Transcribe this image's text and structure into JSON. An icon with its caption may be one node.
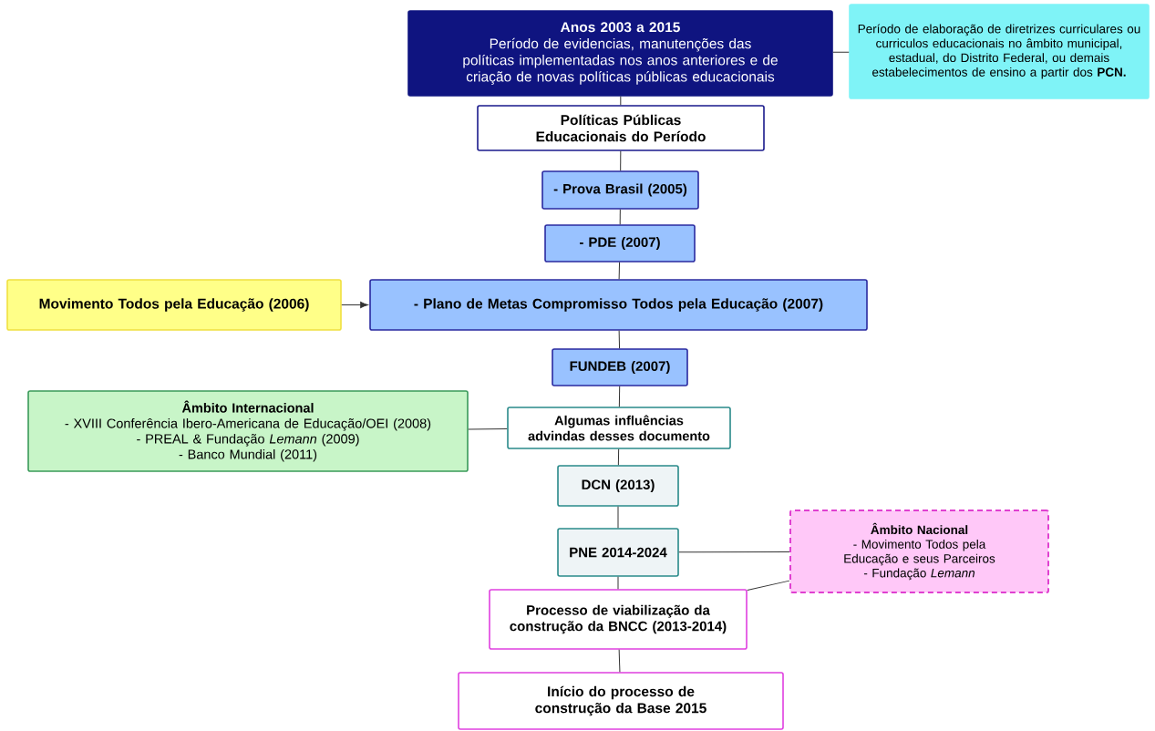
{
  "diagram": {
    "nodes": [
      {
        "text": [
          "Anos 2003 a 2015",
          "Período de evidencias, manutenções das políticas implementadas nos anos anteriores e de criação de novas políticas públicas educacionais"
        ]
      },
      {
        "text": [
          "Período de elaboração de diretrizes curriculares ou curriculos educacionais no âmbito municipal, estadual, do Distrito Federal, ou demais estabelecimentos de ensino a partir dos **PCN.**"
        ]
      },
      {
        "text": [
          "Políticas Públicas Educacionais do Período"
        ]
      },
      {
        "text": [
          "- Prova Brasil (2005)"
        ]
      },
      {
        "text": [
          "- PDE (2007)"
        ]
      },
      {
        "text": [
          "Movimento Todos pela Educação (2006)"
        ]
      },
      {
        "text": [
          "- Plano de Metas Compromisso Todos pela Educação (2007)"
        ]
      },
      {
        "text": [
          "FUNDEB (2007)"
        ]
      },
      {
        "text": [
          "Âmbito Internacional",
          "- XVIII Conferência Ibero-Americana de Educação/OEI (2008)",
          "- PREAL & Fundação *Lemann* (2009)",
          "- Banco Mundial (2011)"
        ]
      },
      {
        "text": [
          "Algumas influências advindas desses documento"
        ]
      },
      {
        "text": [
          "DCN (2013)"
        ]
      },
      {
        "text": [
          "PNE 2014-2024"
        ]
      },
      {
        "text": [
          "Âmbito Nacional",
          "- Movimento Todos pela Educação e seus Parceiros",
          "- Fundação *Lemann*"
        ]
      },
      {
        "text": [
          "Processo de viabilização da construção da BNCC (2013-2014)"
        ]
      },
      {
        "text": [
          "Início do processo de construção da Base 2015"
        ]
      }
    ],
    "edges": [
      {
        "from": 0,
        "to": 1,
        "arrow": "none"
      },
      {
        "from": 0,
        "to": 2,
        "arrow": "none"
      },
      {
        "from": 2,
        "to": 3,
        "arrow": "none"
      },
      {
        "from": 3,
        "to": 4,
        "arrow": "none"
      },
      {
        "from": 4,
        "to": 6,
        "arrow": "none"
      },
      {
        "from": 5,
        "to": 6,
        "arrow": "to"
      },
      {
        "from": 6,
        "to": 7,
        "arrow": "none"
      },
      {
        "from": 7,
        "to": 9,
        "arrow": "none"
      },
      {
        "from": 8,
        "to": 9,
        "arrow": "none"
      },
      {
        "from": 9,
        "to": 10,
        "arrow": "none"
      },
      {
        "from": 10,
        "to": 11,
        "arrow": "none"
      },
      {
        "from": 11,
        "to": 12,
        "arrow": "none"
      },
      {
        "from": 12,
        "to": 13,
        "arrow": "none"
      },
      {
        "from": 11,
        "to": 13,
        "arrow": "none"
      },
      {
        "from": 13,
        "to": 14,
        "arrow": "none"
      }
    ]
  }
}
